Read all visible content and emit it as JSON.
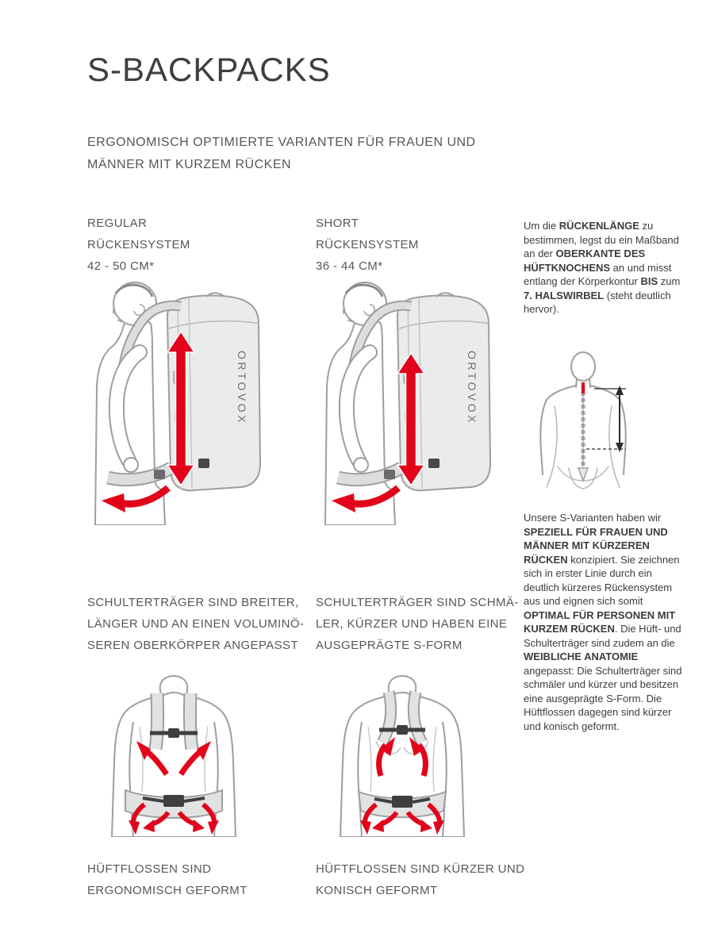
{
  "page": {
    "title": "S-BACKPACKS",
    "subtitle_lines": [
      "ERGONOMISCH OPTIMIERTE VARIANTEN FÜR FRAUEN UND",
      "MÄNNER MIT KURZEM RÜCKEN"
    ]
  },
  "accent_color": "#e2031a",
  "figures": {
    "brand": "ORTOVOX"
  },
  "regular": {
    "heading_lines": [
      "REGULAR",
      "RÜCKENSYSTEM",
      "42 - 50 CM*"
    ],
    "shoulder_caption_lines": [
      "SCHULTERTRÄGER SIND BREITER,",
      "LÄNGER UND AN EINEN VOLUMINÖ-",
      "SEREN OBERKÖRPER ANGEPASST"
    ],
    "hip_caption_lines": [
      "HÜFTFLOSSEN SIND",
      "ERGONOMISCH GEFORMT"
    ]
  },
  "short": {
    "heading_lines": [
      "SHORT",
      "RÜCKENSYSTEM",
      "36 - 44 CM*"
    ],
    "shoulder_caption_lines": [
      "SCHULTERTRÄGER SIND SCHMÄ-",
      "LER, KÜRZER UND HABEN EINE",
      "AUSGEPRÄGTE S-FORM"
    ],
    "hip_caption_lines": [
      "HÜFTFLOSSEN SIND KÜRZER UND",
      "KONISCH GEFORMT"
    ]
  },
  "sidebar": {
    "measure_paragraph": [
      {
        "t": "Um die ",
        "b": false
      },
      {
        "t": "RÜCKENLÄNGE",
        "b": true
      },
      {
        "t": " zu bestimmen, legst du ein Maßband an der ",
        "b": false
      },
      {
        "t": "OBERKANTE DES HÜFTKNOCHENS",
        "b": true
      },
      {
        "t": " an und misst entlang der Körperkontur ",
        "b": false
      },
      {
        "t": "BIS",
        "b": true
      },
      {
        "t": " zum ",
        "b": false
      },
      {
        "t": "7. HALSWIRBEL",
        "b": true
      },
      {
        "t": " (steht deutlich hervor).",
        "b": false
      }
    ],
    "variants_paragraph": [
      {
        "t": "Unsere S-Varianten haben wir ",
        "b": false
      },
      {
        "t": "SPEZIELL FÜR FRAUEN UND MÄNNER MIT KÜRZEREN RÜCKEN",
        "b": true
      },
      {
        "t": " konzipiert. Sie zeichnen sich in erster Linie durch ein deutlich kürzeres Rückensystem aus und eignen sich somit ",
        "b": false
      },
      {
        "t": "OPTIMAL FÜR PERSONEN MIT KURZEM RÜCKEN",
        "b": true
      },
      {
        "t": ". Die Hüft- und Schulterträger sind zudem an die ",
        "b": false
      },
      {
        "t": "WEIBLICHE ANATOMIE",
        "b": true
      },
      {
        "t": " angepasst: Die Schulterträger sind schmäler und kürzer und besitzen eine ausgeprägte S-Form. Die Hüftflossen dagegen sind kürzer und konisch geformt.",
        "b": false
      }
    ]
  }
}
